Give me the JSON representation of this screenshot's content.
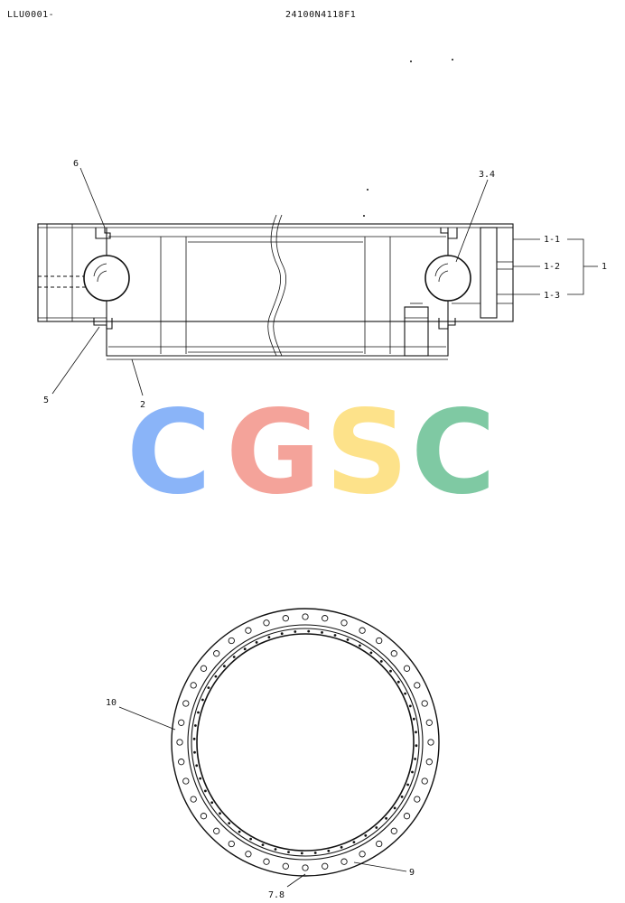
{
  "header": {
    "left_code": "LLU0001-",
    "right_code": "24100N4118F1"
  },
  "callouts": {
    "c6": "6",
    "c34": "3.4",
    "c1_1": "1-1",
    "c1_2": "1-2",
    "c1_3": "1-3",
    "c1": "1",
    "c5": "5",
    "c2": "2",
    "c10": "10",
    "c9": "9",
    "c78": "7.8"
  },
  "watermark": {
    "letters": [
      "C",
      "G",
      "S",
      "C"
    ],
    "colors": [
      "#8ab4f8",
      "#f4a39a",
      "#fde28a",
      "#7fc9a3"
    ]
  }
}
